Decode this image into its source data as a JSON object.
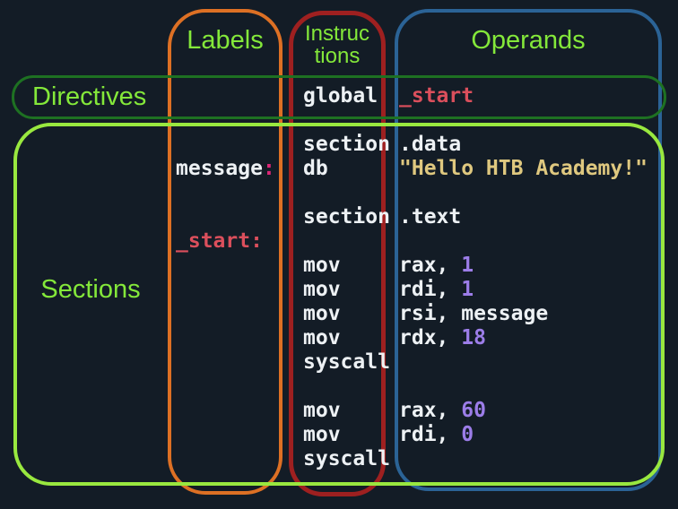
{
  "colors": {
    "background": "#131C26",
    "heading_green": "#84E83A",
    "labels_outline_orange": "#DD7024",
    "instructions_outline_red": "#9E2020",
    "operands_outline_blue": "#2B6396",
    "directives_outline_dark_green": "#1E7122",
    "sections_outline_bright_green": "#99E83F",
    "code_white": "#EDF1F4",
    "code_red": "#DB4F5C",
    "code_pink": "#DD2677",
    "code_yellow": "#DFC87F",
    "code_purple": "#9C7DE8"
  },
  "headers": {
    "labels": "Labels",
    "instructions_line1": "Instruc",
    "instructions_line2": "tions",
    "operands": "Operands",
    "directives": "Directives",
    "sections": "Sections"
  },
  "code": {
    "rows": [
      {
        "i": "global",
        "o1": "_start",
        "o1c": "c-red"
      },
      {},
      {
        "i": "section",
        "o1": ".data",
        "o1c": "c-white"
      },
      {
        "l1": "message",
        "l1c": "c-white",
        "l2": ":",
        "l2c": "c-pink",
        "i": "db",
        "o1": "\"Hello HTB Academy!\"",
        "o1c": "c-yellow"
      },
      {},
      {
        "i": "section",
        "o1": ".text",
        "o1c": "c-white"
      },
      {
        "l1": "_start:",
        "l1c": "c-red"
      },
      {
        "i": "mov",
        "o1": "rax, ",
        "o1c": "c-white",
        "o2": "1",
        "o2c": "c-purple"
      },
      {
        "i": "mov",
        "o1": "rdi, ",
        "o1c": "c-white",
        "o2": "1",
        "o2c": "c-purple"
      },
      {
        "i": "mov",
        "o1": "rsi, message",
        "o1c": "c-white"
      },
      {
        "i": "mov",
        "o1": "rdx, ",
        "o1c": "c-white",
        "o2": "18",
        "o2c": "c-purple"
      },
      {
        "i": "syscall"
      },
      {},
      {
        "i": "mov",
        "o1": "rax, ",
        "o1c": "c-white",
        "o2": "60",
        "o2c": "c-purple"
      },
      {
        "i": "mov",
        "o1": "rdi, ",
        "o1c": "c-white",
        "o2": "0",
        "o2c": "c-purple"
      },
      {
        "i": "syscall"
      }
    ]
  }
}
